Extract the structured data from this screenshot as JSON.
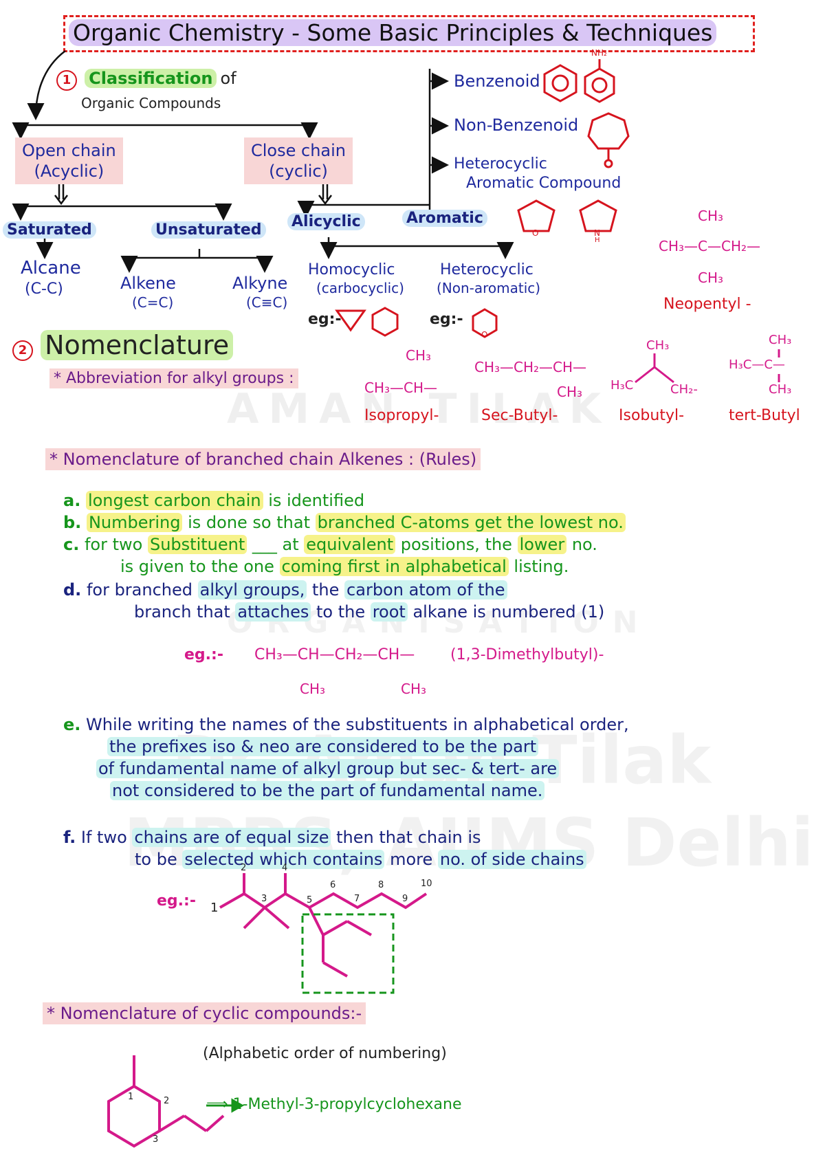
{
  "title": "Organic Chemistry - Some Basic Principles & Techniques",
  "watermark": {
    "brand": "AMAN TILAK",
    "org": "ORGANISATION",
    "line1": "Dr. Aman Tilak",
    "line2": "MBBS, AIIMS Delhi"
  },
  "section1": {
    "number": "1",
    "heading_a": "Classification",
    "heading_b": "of",
    "heading_c": "Organic Compounds",
    "open_chain": "Open chain",
    "open_chain_sub": "(Acyclic)",
    "close_chain": "Close chain",
    "close_chain_sub": "(cyclic)",
    "saturated": "Saturated",
    "unsaturated": "Unsaturated",
    "alicyclic": "Alicyclic",
    "aromatic": "Aromatic",
    "alcane": "Alcane",
    "alcane_sub": "(C-C)",
    "alkene": "Alkene",
    "alkene_sub": "(C=C)",
    "alkyne": "Alkyne",
    "alkyne_sub": "(C≡C)",
    "homocyclic": "Homocyclic",
    "homocyclic_sub": "(carbocyclic)",
    "heterocyclic": "Heterocyclic",
    "heterocyclic_sub": "(Non-aromatic)",
    "eg1": "eg:-",
    "eg2": "eg:-",
    "benzenoid": "Benzenoid",
    "non_benzenoid": "Non-Benzenoid",
    "hetero_aromatic_a": "Heterocyclic",
    "hetero_aromatic_b": "Aromatic Compound",
    "nh2": "NH₂",
    "o_label": "O",
    "n_label": "N",
    "h_label": "H",
    "neopentyl_top": "CH₃",
    "neopentyl_mid": "CH₃—C—CH₂—",
    "neopentyl_bot": "CH₃",
    "neopentyl": "Neopentyl -"
  },
  "section2": {
    "number": "2",
    "heading": "Nomenclature",
    "abbrev": "* Abbreviation for alkyl groups :",
    "iso_top": "CH₃",
    "iso_mid": "CH₃—CH—",
    "iso_name": "Isopropyl-",
    "sec_mid": "CH₃—CH₂—CH—",
    "sec_bot": "CH₃",
    "sec_name": "Sec-Butyl-",
    "isob_top": "CH₃",
    "isob_left": "H₃C",
    "isob_right": "CH₂-",
    "isob_name": "Isobutyl-",
    "tert_top": "CH₃",
    "tert_mid": "H₃C—C—",
    "tert_bot": "CH₃",
    "tert_name": "tert-Butyl",
    "branched_heading": "* Nomenclature of branched chain Alkenes : (Rules)",
    "rules": {
      "a_mark": "a.",
      "a_hl": "longest carbon chain",
      "a_rest": " is identified",
      "b_mark": "b.",
      "b_hl1": "Numbering",
      "b_mid": " is done so that ",
      "b_hl2": "branched C-atoms get the lowest no.",
      "c_mark": "c.",
      "c_l1a": "for two ",
      "c_hl1": "Substituent",
      "c_l1b": " ___ at ",
      "c_hl2": "equivalent",
      "c_l1c": " positions, the ",
      "c_hl3": "lower",
      "c_l1d": " no.",
      "c_l2a": "is given to the one ",
      "c_hl4": "coming first in alphabetical",
      "c_l2b": " listing.",
      "d_mark": "d.",
      "d_l1a": "for branched ",
      "d_hl1": "alkyl groups,",
      "d_l1b": " the ",
      "d_hl2": "carbon atom of the",
      "d_l2a": "branch that ",
      "d_hl3": "attaches",
      "d_l2b": " to the ",
      "d_hl4": "root",
      "d_l2c": " alkane is numbered (1)",
      "eg_label": "eg.:-",
      "eg_formula": "CH₃—CH—CH₂—CH—",
      "eg_name": "(1,3-Dimethylbutyl)-",
      "eg_sub1": "CH₃",
      "eg_sub2": "CH₃",
      "e_mark": "e.",
      "e_l1": "While writing the names of the substituents in alphabetical order,",
      "e_l2": "the prefixes iso & neo are considered to be the part",
      "e_l3": "of fundamental name of alkyl group but sec- & tert- are",
      "e_l4": "not considered to be the part of fundamental name.",
      "f_mark": "f.",
      "f_l1a": "If two ",
      "f_hl1": "chains are of equal size",
      "f_l1b": " then that chain is",
      "f_l2a": "to be ",
      "f_hl2": "selected which contains",
      "f_l2b": " more ",
      "f_hl3": "no. of side chains",
      "eg2_label": "eg.:-",
      "chain_numbers": [
        "1",
        "2",
        "3",
        "4",
        "5",
        "6",
        "7",
        "8",
        "9",
        "10"
      ]
    },
    "cyclic_heading": "* Nomenclature of cyclic compounds:-",
    "alphabetic": "(Alphabetic order of numbering)",
    "cyclic_name": "⟹ 1-Methyl-3-propylcyclohexane",
    "ring_numbers": [
      "1",
      "2",
      "3"
    ]
  }
}
